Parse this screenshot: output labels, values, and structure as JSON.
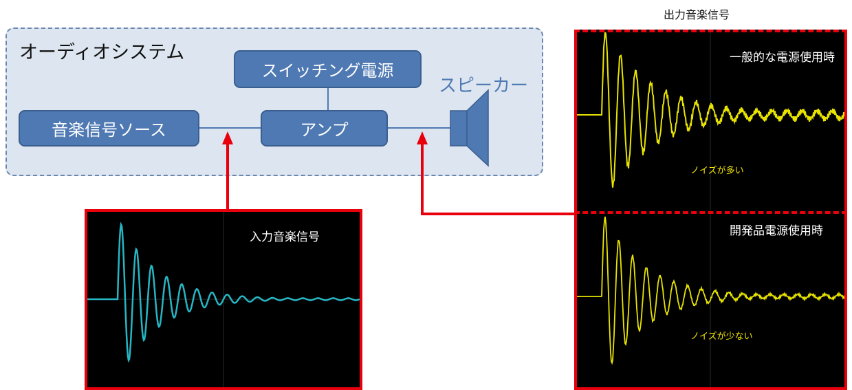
{
  "system": {
    "title": "オーディオシステム",
    "switching_power": "スイッチング電源",
    "music_source": "音楽信号ソース",
    "amp": "アンプ",
    "speaker": "スピーカー"
  },
  "input_panel": {
    "label": "入力音楽信号"
  },
  "output": {
    "title": "出力音楽信号",
    "top_label": "一般的な電源使用時",
    "top_noise": "ノイズが多い",
    "bottom_label": "開発品電源使用時",
    "bottom_noise": "ノイズが少ない"
  },
  "colors": {
    "block": "#4f79b3",
    "system_bg": "#dde6f0",
    "arrow": "#e8000d",
    "input_wave": "#26b6c4",
    "output_wave": "#e8e400"
  }
}
